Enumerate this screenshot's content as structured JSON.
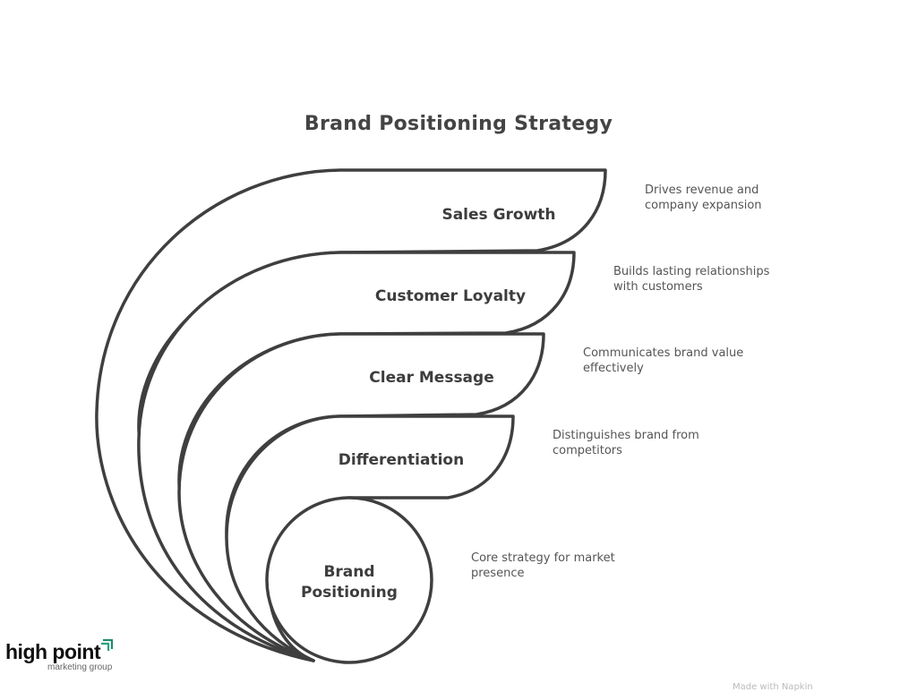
{
  "diagram": {
    "title": "Brand Positioning Strategy",
    "stroke_color": "#3f3f3f",
    "layers": [
      {
        "label": "Sales Growth",
        "description_lines": [
          "Drives revenue and",
          "company expansion"
        ]
      },
      {
        "label": "Customer Loyalty",
        "description_lines": [
          "Builds lasting relationships",
          "with customers"
        ]
      },
      {
        "label": "Clear Message",
        "description_lines": [
          "Communicates brand value",
          "effectively"
        ]
      },
      {
        "label": "Differentiation",
        "description_lines": [
          "Distinguishes brand from",
          "competitors"
        ]
      }
    ],
    "core": {
      "label_lines": [
        "Brand",
        "Positioning"
      ],
      "description_lines": [
        "Core strategy for market",
        "presence"
      ]
    }
  },
  "logo": {
    "name": "high point",
    "tagline": "marketing group",
    "accent_color": "#1e8a6e"
  },
  "watermark": "Made with Napkin"
}
